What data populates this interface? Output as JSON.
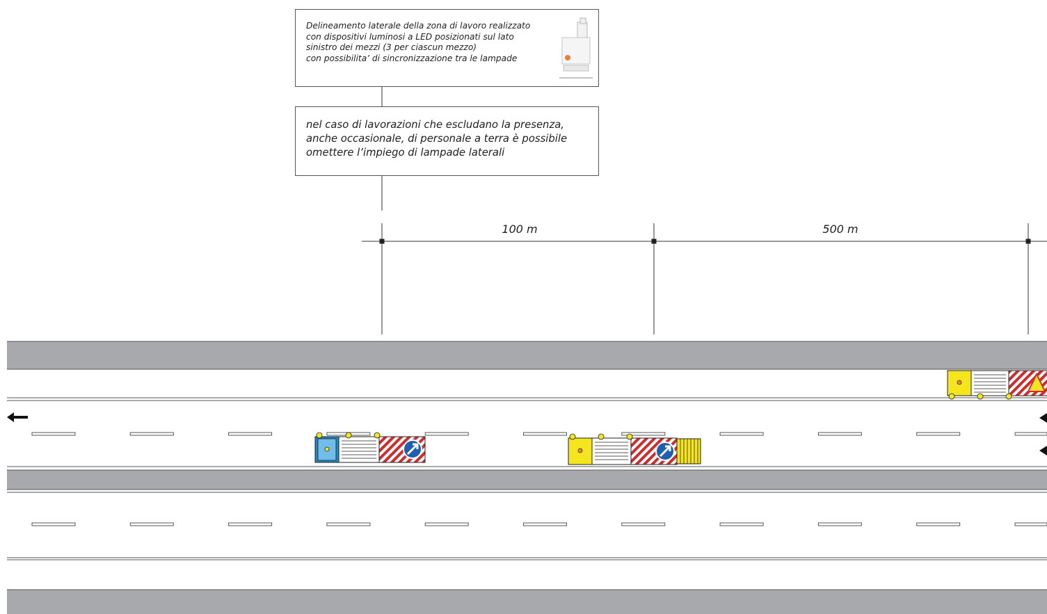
{
  "note_top": {
    "lines": [
      "Delineamento laterale della zona di lavoro realizzato",
      "con dispositivi luminosi a LED posizionati sul lato",
      "sinistro dei mezzi (3 per ciascun mezzo)",
      "con possibilita’ di sincronizzazione tra le lampade"
    ],
    "image_icon": "led-lamp-vehicle-thumbnail"
  },
  "note_bottom": {
    "lines": [
      "nel caso di lavorazioni che escludano la presenza,",
      "anche occasionale, di personale a terra è possibile",
      "omettere l’impiego di lampade laterali"
    ]
  },
  "distances": {
    "first": "100 m",
    "second": "500 m"
  },
  "colors": {
    "road_gray": "#a7a9ac",
    "vehicle_blue": "#1e88c8",
    "vehicle_yellow": "#f4e51e",
    "warning_red": "#d42a2a",
    "sign_blue": "#1e5fb4"
  },
  "vehicles": [
    {
      "name": "blue-work-vehicle",
      "color": "blue"
    },
    {
      "name": "yellow-work-vehicle-with-attenuator",
      "color": "yellow"
    },
    {
      "name": "yellow-work-vehicle-shoulder",
      "color": "yellow"
    }
  ],
  "icons": [
    "arrow-left-icon",
    "keep-right-sign-icon",
    "led-lamp-icon"
  ]
}
